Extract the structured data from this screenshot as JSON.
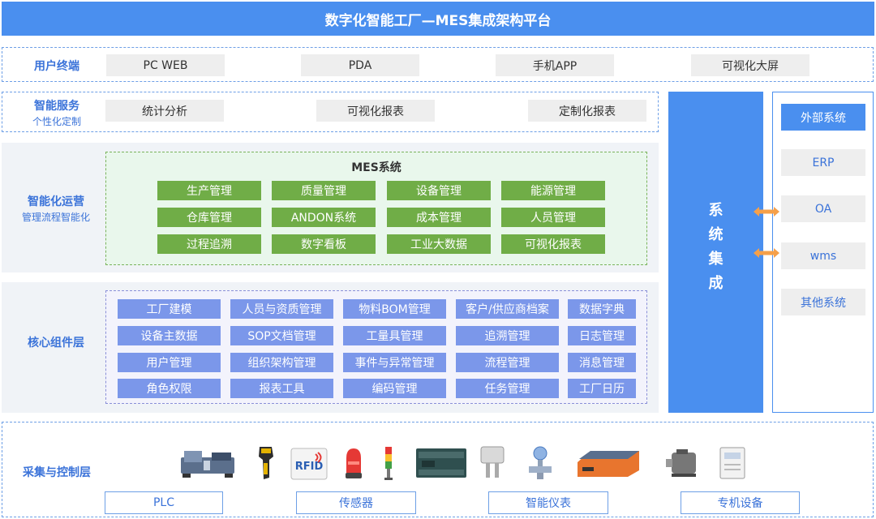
{
  "title": "数字化智能工厂—MES集成架构平台",
  "user_terminal": {
    "label": "用户终端",
    "items": [
      "PC WEB",
      "PDA",
      "手机APP",
      "可视化大屏"
    ]
  },
  "smart_service": {
    "label": "智能服务",
    "sublabel": "个性化定制",
    "items": [
      "统计分析",
      "可视化报表",
      "定制化报表"
    ]
  },
  "smart_ops": {
    "label": "智能化运营",
    "sublabel": "管理流程智能化",
    "mes_title": "MES系统",
    "modules": [
      [
        "生产管理",
        "质量管理",
        "设备管理",
        "能源管理"
      ],
      [
        "仓库管理",
        "ANDON系统",
        "成本管理",
        "人员管理"
      ],
      [
        "过程追溯",
        "数字看板",
        "工业大数据",
        "可视化报表"
      ]
    ]
  },
  "core_layer": {
    "label": "核心组件层",
    "components": [
      [
        "工厂建模",
        "人员与资质管理",
        "物料BOM管理",
        "客户/供应商档案",
        "数据字典"
      ],
      [
        "设备主数据",
        "SOP文档管理",
        "工量具管理",
        "追溯管理",
        "日志管理"
      ],
      [
        "用户管理",
        "组织架构管理",
        "事件与异常管理",
        "流程管理",
        "消息管理"
      ],
      [
        "角色权限",
        "报表工具",
        "编码管理",
        "任务管理",
        "工厂日历"
      ]
    ]
  },
  "system_integration": {
    "chars": [
      "系",
      "统",
      "集",
      "成"
    ]
  },
  "external": {
    "header": "外部系统",
    "items": [
      "ERP",
      "OA",
      "wms",
      "其他系统"
    ]
  },
  "control_layer": {
    "label": "采集与控制层",
    "categories": [
      "PLC",
      "传感器",
      "智能仪表",
      "专机设备"
    ],
    "devices": [
      "injection-machine-icon",
      "barcode-scanner-icon",
      "rfid-tag-icon",
      "alarm-light-icon",
      "tower-light-icon",
      "plc-module-icon",
      "sensor-icon",
      "flow-meter-icon",
      "agv-robot-icon",
      "motor-icon",
      "energy-meter-icon"
    ],
    "rfid_text": "RFID"
  },
  "colors": {
    "primary_blue": "#4a8fef",
    "label_blue": "#3b73d9",
    "mes_green": "#70ad47",
    "component_blue": "#7b97ea",
    "arrow_orange": "#f5a04a"
  }
}
